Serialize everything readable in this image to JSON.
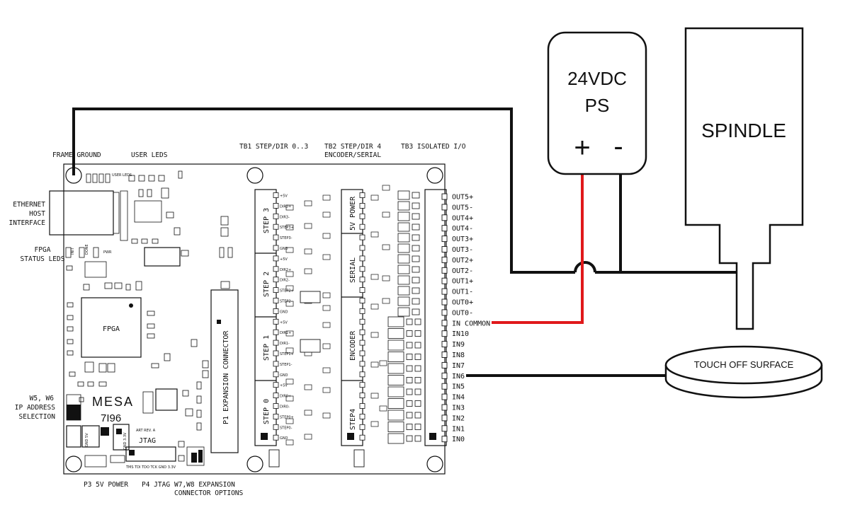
{
  "supply": {
    "line1": "24VDC",
    "line2": "PS",
    "plus": "+",
    "minus": "-"
  },
  "spindle": {
    "label": "SPINDLE"
  },
  "touch_off": {
    "label": "TOUCH OFF SURFACE"
  },
  "top_labels": {
    "frame_ground": "FRAME GROUND",
    "user_leds": "USER LEDS",
    "tb1": "TB1 STEP/DIR 0..3",
    "tb2_line1": "TB2 STEP/DIR 4",
    "tb2_line2": "ENCODER/SERIAL",
    "tb3": "TB3 ISOLATED I/O"
  },
  "left_labels": {
    "ethernet": [
      "ETHERNET",
      "HOST",
      "INTERFACE"
    ],
    "fpga_leds": [
      "FPGA",
      "STATUS LEDS"
    ],
    "ip_select": [
      "W5, W6",
      "IP ADDRESS",
      "SELECTION"
    ]
  },
  "bottom_labels": {
    "p3": "P3 5V POWER",
    "p4": "P4 JTAG",
    "w7w8_line1": "W7,W8 EXPANSION",
    "w7w8_line2": "CONNECTOR OPTIONS"
  },
  "board": {
    "brand": "MESA",
    "model": "7I96",
    "art_rev": "ART REV. A",
    "jtag": "JTAG",
    "jtag_pins": "TMS TDI TDO TCK GND 3.3V",
    "fpga": "FPGA",
    "p1_connector": "P1 EXPANSION CONNECTOR",
    "step_blocks": [
      "STEP 3",
      "STEP 2",
      "STEP 1",
      "STEP 0"
    ],
    "tb2_blocks": [
      "5V POWER",
      "SERIAL",
      "ENCODER",
      "STEP4"
    ],
    "tb1_pins": [
      "+5V",
      "DIR3+",
      "DIR3-",
      "STEP3+",
      "STEP3-",
      "GND",
      "+5V",
      "DIR2+",
      "DIR2-",
      "STEP2+",
      "STEP2-",
      "GND",
      "+5V",
      "DIR1+",
      "DIR1-",
      "STEP1+",
      "STEP1-",
      "GND",
      "+5V",
      "DIR0+",
      "DIR0-",
      "STEP0+",
      "STEP0-",
      "GND"
    ],
    "user_led_text": "USER LEDS",
    "init_led": "INIT",
    "done_led": "DONE",
    "pwr_led": "PWR",
    "gnd_5v": "GND 5V",
    "gnd_3v": "GND 3.3V"
  },
  "tb3_pins": [
    "OUT5+",
    "OUT5-",
    "OUT4+",
    "OUT4-",
    "OUT3+",
    "OUT3-",
    "OUT2+",
    "OUT2-",
    "OUT1+",
    "OUT1-",
    "OUT0+",
    "OUT0-",
    "IN COMMON",
    "IN10",
    "IN9",
    "IN8",
    "IN7",
    "IN6",
    "IN5",
    "IN4",
    "IN3",
    "IN2",
    "IN1",
    "IN0"
  ],
  "wires": {
    "ground": "#111111",
    "positive": "#e0191b"
  }
}
